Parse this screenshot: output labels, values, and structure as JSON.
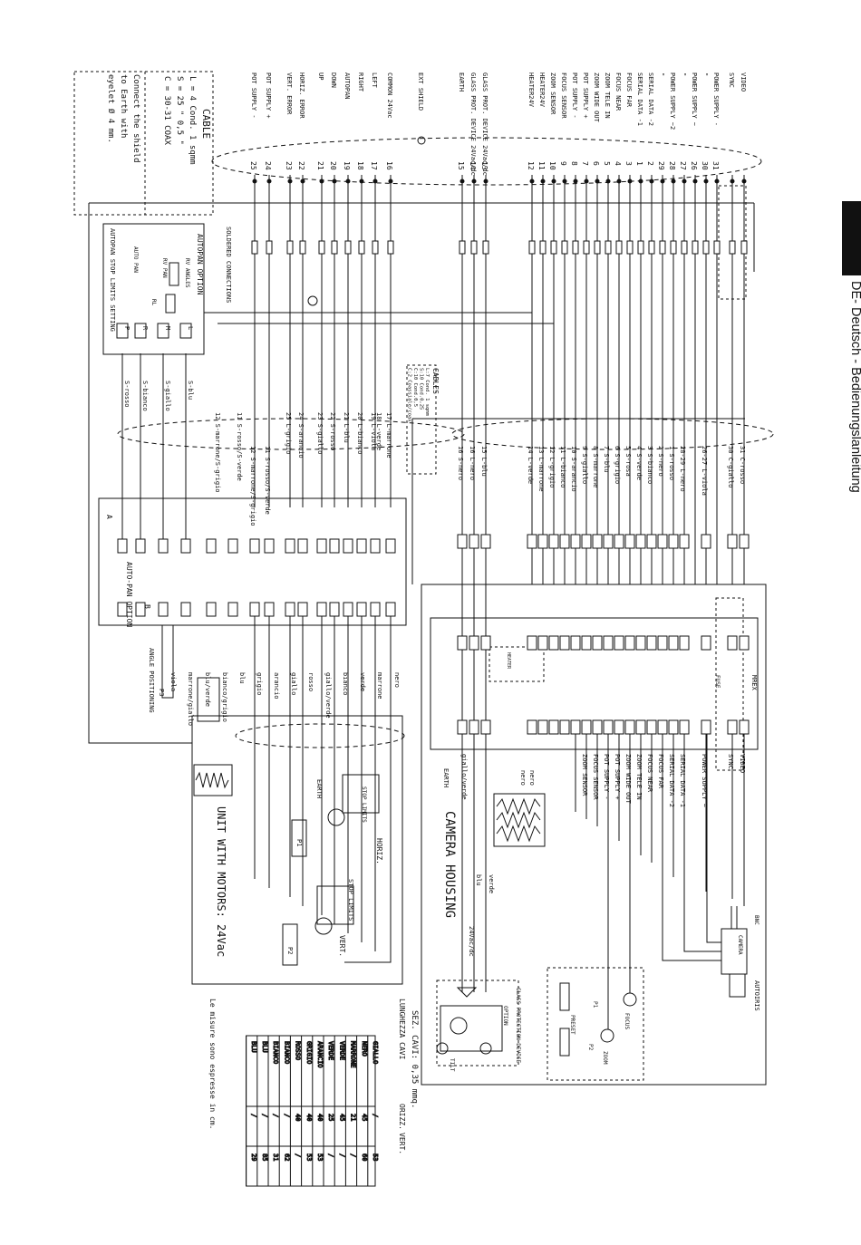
{
  "page": {
    "header": "DE- Deutsch - Bedienungslanleitung"
  },
  "left_terminals": [
    {
      "label": "VIDEO",
      "num": "",
      "id": "video"
    },
    {
      "label": "SYNC",
      "num": "",
      "id": "sync"
    },
    {
      "label": "POWER SUPPLY -",
      "num": "31",
      "id": "ps-"
    },
    {
      "label": "\"",
      "num": "30",
      "id": "q1"
    },
    {
      "label": "POWER SUPPLY ~",
      "num": "26",
      "id": "ps1"
    },
    {
      "label": "\"",
      "num": "27",
      "id": "q2"
    },
    {
      "label": "POWER SUPPLY ~2",
      "num": "28",
      "id": "ps2"
    },
    {
      "label": "\"",
      "num": "29",
      "id": "q3"
    },
    {
      "label": "SERIAL DATA -2",
      "num": "2",
      "id": "sd2"
    },
    {
      "label": "SERIAL DATA -1",
      "num": "1",
      "id": "sd1"
    },
    {
      "label": "FOCUS FAR",
      "num": "3",
      "id": "ff"
    },
    {
      "label": "FOCUS NEAR",
      "num": "4",
      "id": "fn"
    },
    {
      "label": "ZOOM TELE IN",
      "num": "5",
      "id": "zt"
    },
    {
      "label": "ZOOM WIDE OUT",
      "num": "6",
      "id": "zw"
    },
    {
      "label": "POT SUPPLY +",
      "num": "7",
      "id": "psp"
    },
    {
      "label": "POT SUPPLY -",
      "num": "8",
      "id": "psm"
    },
    {
      "label": "FOCUS SENSOR",
      "num": "9",
      "id": "fs"
    },
    {
      "label": "ZOOM SENSOR",
      "num": "10",
      "id": "zs"
    },
    {
      "label": "HEATER24V",
      "num": "11",
      "id": "h1"
    },
    {
      "label": "HEATER24V",
      "num": "12",
      "id": "h2"
    },
    {
      "label": "EARTH",
      "num": "15",
      "id": "earth"
    },
    {
      "label": "GLASS PROT. DEVICE 24Vac/dc",
      "num": "14",
      "id": "gp1"
    },
    {
      "label": "GLASS PROT. DEVICE 24Vac/dc",
      "num": "13",
      "id": "gp2"
    },
    {
      "label": "EXT SHIELD",
      "num": "",
      "id": "shield"
    },
    {
      "label": "COMMON 24Vac",
      "num": "16",
      "id": "com"
    },
    {
      "label": "LEFT",
      "num": "17",
      "id": "left"
    },
    {
      "label": "RIGHT",
      "num": "18",
      "id": "right"
    },
    {
      "label": "AUTOPAN",
      "num": "19",
      "id": "autopan"
    },
    {
      "label": "DOWN",
      "num": "20",
      "id": "down"
    },
    {
      "label": "UP",
      "num": "21",
      "id": "up"
    },
    {
      "label": "HORIZ. ERROR",
      "num": "22",
      "id": "he"
    },
    {
      "label": "VERT. ERROR",
      "num": "23",
      "id": "ve"
    },
    {
      "label": "POT SUPPLY +",
      "num": "24",
      "id": "pp"
    },
    {
      "label": "POT SUPPLY -",
      "num": "25",
      "id": "pm"
    }
  ],
  "cable_legend": {
    "title": "CABLE",
    "lines": [
      "L = 4 Cond. 1 sqmm",
      "S = 25 \" 0,5 \"",
      "C = 30-31 COAX"
    ],
    "shield_note": [
      "Connect the shield",
      "to Earth with",
      "eyelet Ø 4 mm."
    ]
  },
  "cables_box": {
    "title": "CABLES",
    "lines": [
      "L:7 Cond. 1 sqmm",
      "S:10 Cond.0,25",
      "C:10 Cond.0,5",
      "C:2 Coassiale/coax"
    ]
  },
  "mid_labels": [
    "31 C-rosso",
    "30 C-giallo",
    "26-27 L-viola",
    "28-29 L-nero",
    "1 S-rosso",
    "2 S-nero",
    "3 S-bianco",
    "4 S-verde",
    "5 S-rosa",
    "6 S-grigio",
    "7 S-blu",
    "8 S-marrone",
    "9 S-giallo",
    "10 S-arancio",
    "11 L-bianco",
    "12 L-grigio",
    "13 L-marrone",
    "14 L-verde",
    "15 L-blu",
    "16 L-nero",
    "16 S-nero",
    "17 L-marrone",
    "18 L-verde",
    "19 L-viola",
    "20 L-bianco",
    "21 L-blu",
    "22 S-rosso",
    "23 S-giallo",
    "24 S-arancio",
    "25 L-grigio",
    "11 S-rosso/S-verde",
    "12 S-marrone/S-grigio"
  ],
  "autopan_option": {
    "title": "AUTOPAN OPTION",
    "sub": "AUTOPAN STOP LIMITS SETTING",
    "labels": [
      "RV ANGLES",
      "RV PAN",
      "AUTO PAN",
      "RL",
      "L",
      "R",
      "M",
      "P"
    ],
    "wires": [
      "S-blu",
      "S-giallo",
      "S-bianco",
      "S-rosso"
    ]
  },
  "soldered": "SOLDERED CONNECTIONS",
  "autopan_board": {
    "title": "AUTO-PAN OPTION",
    "a": "A",
    "b": "B",
    "angle": "ANGLE POSITIONING",
    "wires": [
      "nero",
      "marrone",
      "verde",
      "bianco",
      "giallo/verde",
      "rosso",
      "giallo",
      "arancio",
      "grigio",
      "blu",
      "bianco/grigio",
      "blu/verde",
      "marrone/giallo",
      "viola"
    ],
    "p3": "P3"
  },
  "motors_unit": {
    "title": "UNIT WITH MOTORS: 24Vac",
    "horiz": "HORIZ.",
    "vert": "VERT.",
    "earth": "EARTH",
    "stop": "STOP LIMITS",
    "p1": "P1",
    "p2": "P2"
  },
  "camera_housing": {
    "title": "CAMERA HOUSING",
    "mrex": "MREX",
    "fuse": "FUSE",
    "labels": [
      "VIDEO",
      "SYNC",
      "POWER SUPPLY ~",
      "SERIAL DATA -1",
      "SERIAL DATA -2",
      "FOCUS FAR",
      "FOCUS NEAR",
      "ZOOM TELE IN",
      "ZOOM WIDE OUT",
      "POT SUPPLY +",
      "POT SUPPLY -",
      "FOCUS SENSOR",
      "ZOOM SENSOR"
    ],
    "heater": "HEATER",
    "nero": "nero",
    "giallo_verde": "giallo/verde",
    "blu": "blu",
    "verde": "verde",
    "v24": "24Vac/dc",
    "earth": "EARTH",
    "camera": "CAMERA",
    "bnc": "BNC",
    "autoiris": "AUTOIRIS",
    "focus": "FOCUS",
    "zoom": "ZOOM",
    "preset": "PRESET",
    "p1": "P1",
    "p2": "P2",
    "glass": [
      "GLASS PROTECTION DEVICE",
      "OPTION"
    ],
    "tilt": "TILT"
  },
  "section_note": "SEZ. CAVI: 0,35 mmq.",
  "table": {
    "headers": [
      "LUNGHEZZA CAVI",
      "ORIZZ.",
      "VERT."
    ],
    "rows": [
      [
        "GIALLO",
        "/",
        "53"
      ],
      [
        "NERO",
        "45",
        "60"
      ],
      [
        "MARRONE",
        "21",
        "/"
      ],
      [
        "VERDE",
        "45",
        "/"
      ],
      [
        "VERDE",
        "25",
        "/"
      ],
      [
        "ARANCIO",
        "40",
        "53"
      ],
      [
        "GRIGIO",
        "40",
        "53"
      ],
      [
        "ROSSO",
        "40",
        "/"
      ],
      [
        "BIANCO",
        "/",
        "62"
      ],
      [
        "BIANCO",
        "/",
        "31"
      ],
      [
        "BLU",
        "/",
        "85"
      ],
      [
        "BLU",
        "/",
        "29"
      ]
    ],
    "note": "Le misure sono espresse in cm."
  }
}
